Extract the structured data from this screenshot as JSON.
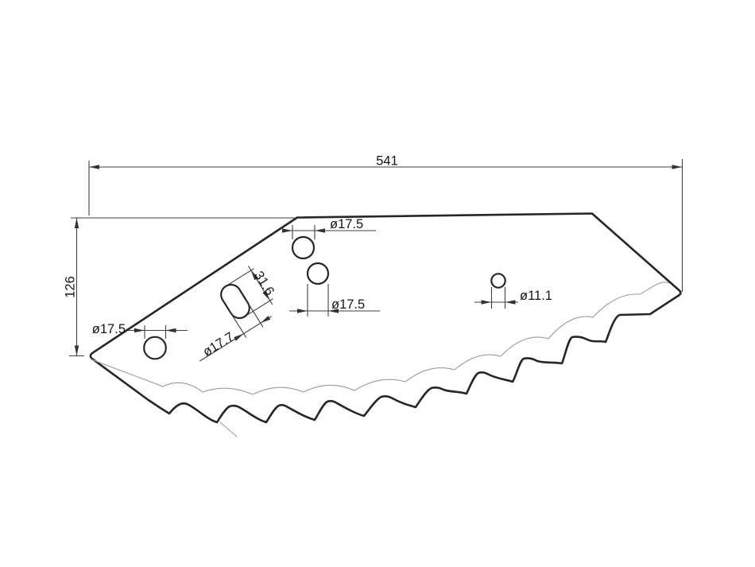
{
  "drawing": {
    "description": "dimensioned outline drawing of a serrated mixer knife blade",
    "labels": {
      "overall_width": "541",
      "height_left": "126",
      "hole_top_dia": "ø17.5",
      "hole_middle_dia": "ø17.5",
      "hole_left_dia": "ø17.5",
      "hole_small_dia": "ø11.1",
      "slot_length": "31.6",
      "slot_width_dia": "ø17.7"
    },
    "colors": {
      "outline": "#262626",
      "dimension_lines": "#3f3f3f",
      "bevel_line": "#9a9a9a",
      "background": "#ffffff"
    }
  }
}
